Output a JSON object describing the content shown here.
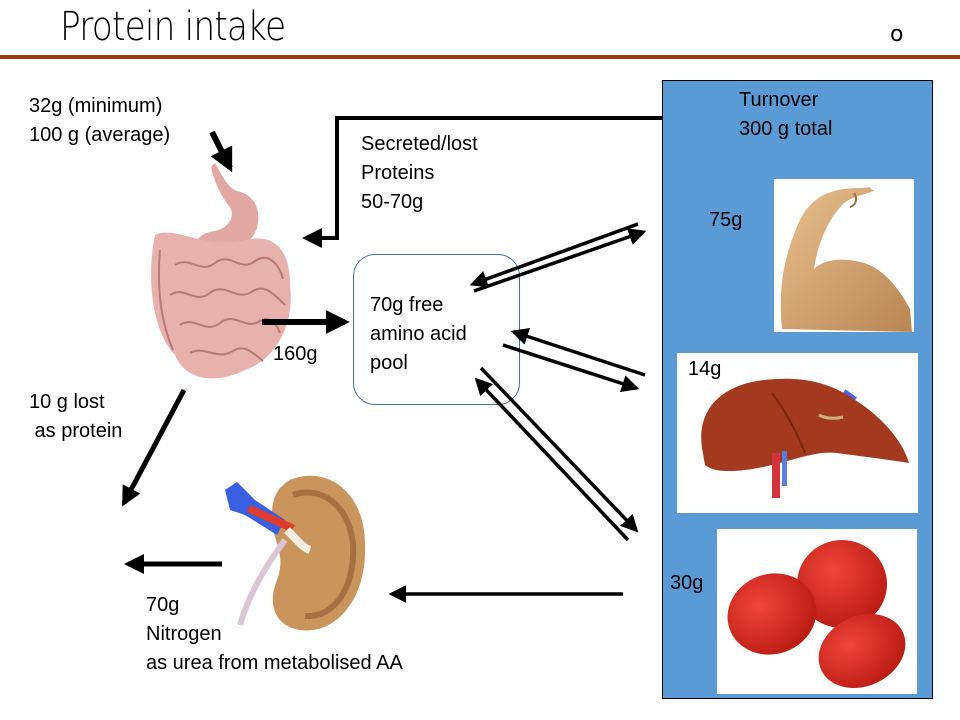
{
  "slide": {
    "title": "Protein intake",
    "corner_mark": "o",
    "accent_color": "#9c3a0a"
  },
  "intake": {
    "line1": "32g (minimum)",
    "line2": "100 g (average)"
  },
  "secreted": {
    "line1": "Secreted/lost",
    "line2": "Proteins",
    "line3": "50-70g"
  },
  "absorbed": {
    "label": "160g"
  },
  "pool": {
    "line1": "70g free",
    "line2": "amino acid",
    "line3": "pool",
    "border_color": "#41719c"
  },
  "lost": {
    "line1": "10 g lost",
    "line2": " as protein"
  },
  "urea": {
    "line1": "70g",
    "line2": "Nitrogen",
    "line3": "as urea from metabolised AA"
  },
  "turnover": {
    "line1": "Turnover",
    "line2": "300 g total",
    "box_color": "#5b9bd5",
    "tissues": [
      {
        "name": "muscle",
        "amount": "75g"
      },
      {
        "name": "liver",
        "amount": "14g"
      },
      {
        "name": "red blood cells",
        "amount": "30g"
      }
    ]
  },
  "icons": {
    "digestive": "stomach-intestine-illustration",
    "kidney": "kidney-illustration",
    "muscle": "flexed-arm-illustration",
    "liver": "liver-illustration",
    "rbc": "red-blood-cells-illustration"
  }
}
